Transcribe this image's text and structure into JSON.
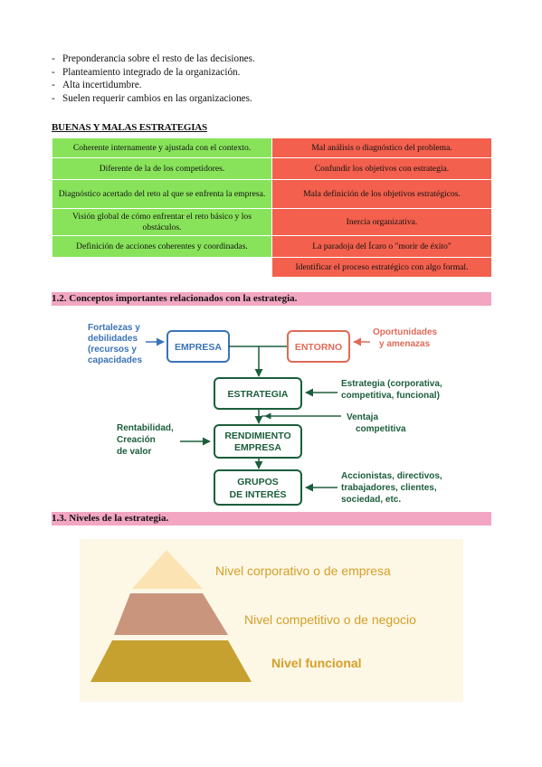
{
  "bullets": [
    "Preponderancia sobre el resto de las decisiones.",
    "Planteamiento integrado de la organización.",
    "Alta incertidumbre.",
    "Suelen requerir cambios en las organizaciones."
  ],
  "bullet_marker": "-",
  "strategies": {
    "title": "BUENAS Y MALAS ESTRATEGIAS",
    "good": [
      "Coherente internamente y ajustada con el contexto.",
      "Diferente de la de los competidores.",
      "Diagnóstico acertado del reto al que se enfrenta la empresa.",
      "Visión global de cómo enfrentar el reto básico y los obstáculos.",
      "Definición de acciones coherentes y coordinadas."
    ],
    "bad": [
      "Mal análisis o diagnóstico del problema.",
      "Confundir los objetivos con estrategia.",
      "Mala definición de los objetivos estratégicos.",
      "Inercia organizativa.",
      "La paradoja del Ícaro o \"morir de éxito\"",
      "Identificar el proceso estratégico con algo formal."
    ],
    "good_color": "#88e35a",
    "bad_color": "#f3604d"
  },
  "section_1_2": {
    "title": "1.2. Conceptos importantes relacionados con la estrategia."
  },
  "diagram": {
    "left_top": [
      "Fortalezas y",
      "debilidades",
      "(recursos y",
      "capacidades"
    ],
    "empresa": "EMPRESA",
    "entorno": "ENTORNO",
    "right_top": [
      "Oportunidades",
      "y amenazas"
    ],
    "estrategia": "ESTRATEGIA",
    "estrategia_note": [
      "Estrategia (corporativa,",
      "competitiva, funcional)"
    ],
    "ventaja": [
      "Ventaja",
      "competitiva"
    ],
    "rendimiento": [
      "RENDIMIENTO",
      "EMPRESA"
    ],
    "rentabilidad": [
      "Rentabilidad,",
      "Creación",
      "de valor"
    ],
    "grupos": [
      "GRUPOS",
      "DE INTERÉS"
    ],
    "grupos_note": [
      "Accionistas, directivos,",
      "trabajadores, clientes,",
      "sociedad, etc."
    ],
    "colors": {
      "blue": "#3a73b8",
      "green": "#1b5e3b",
      "red": "#e06a57"
    }
  },
  "section_1_3": {
    "title": "1.3. Niveles de la estrategia."
  },
  "pyramid": {
    "levels": [
      "Nivel corporativo o de empresa",
      "Nivel competitivo o de negocio",
      "Nivel funcional"
    ],
    "colors": [
      "#fbe3b4",
      "#c9957d",
      "#c6a12f"
    ],
    "label_color": "#d4a028"
  }
}
